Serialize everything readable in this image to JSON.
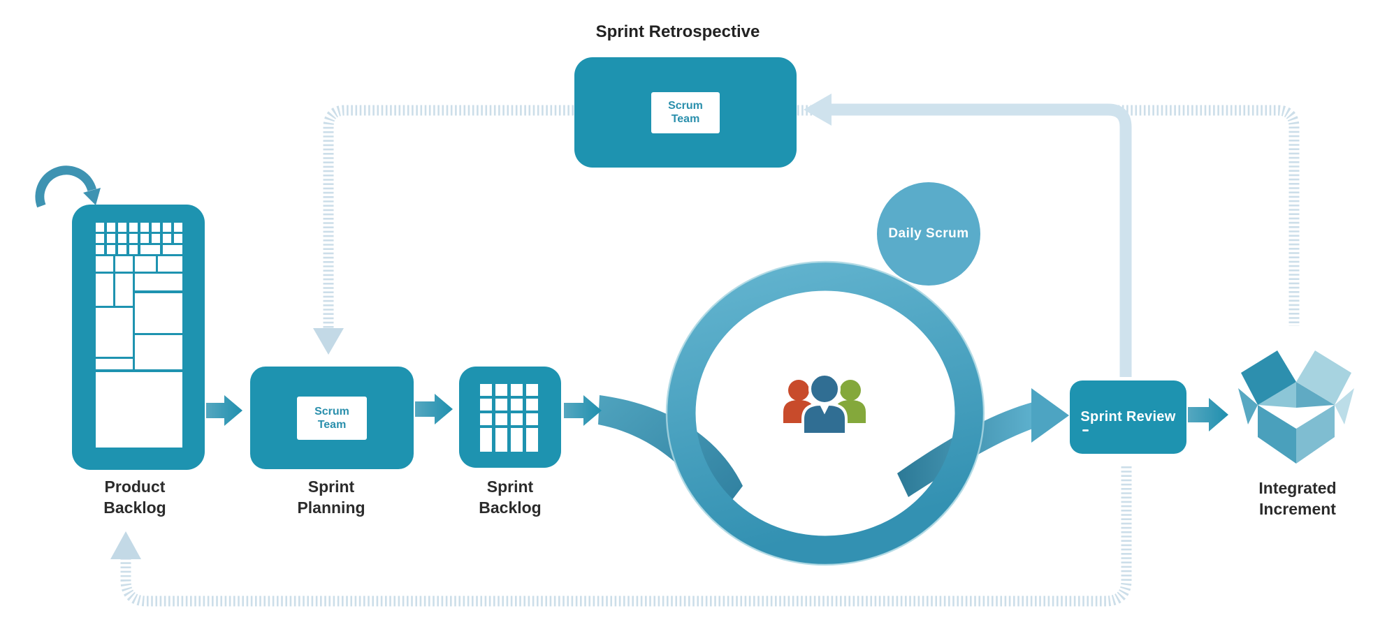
{
  "labels": {
    "sprint_retrospective": "Sprint Retrospective",
    "scrum_team": "Scrum\nTeam",
    "product_backlog": "Product\nBacklog",
    "sprint_planning": "Sprint\nPlanning",
    "sprint_backlog": "Sprint\nBacklog",
    "daily_scrum": "Daily Scrum",
    "sprint_review": "Sprint Review",
    "integrated_increment": "Integrated\nIncrement"
  },
  "icons": {
    "refresh": "refresh-cycle-icon",
    "product_backlog": "backlog-treemap-icon",
    "sprint_backlog": "task-grid-icon",
    "team": "people-group-icon",
    "increment": "open-box-icon"
  },
  "colors": {
    "teal_primary": "#1e93b0",
    "teal_text": "#2a8fac",
    "cycle_circle_blue": "#5aacca",
    "ring_blue": "#459fc0",
    "light_path": "#cfe2ed",
    "dotted_path": "#ccdee9",
    "label_text": "#2b2b2b",
    "person_red": "#c84b2b",
    "person_blue": "#306e93",
    "person_green": "#84a83b",
    "background": "#ffffff"
  }
}
